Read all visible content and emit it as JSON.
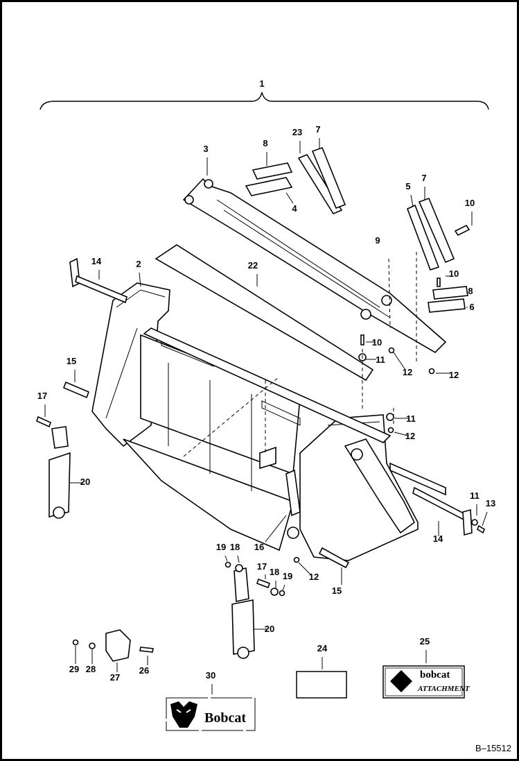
{
  "drawing": {
    "reference": "B–15512",
    "callouts": [
      {
        "id": "c1",
        "text": "1"
      },
      {
        "id": "c2",
        "text": "2"
      },
      {
        "id": "c3",
        "text": "3"
      },
      {
        "id": "c4",
        "text": "4"
      },
      {
        "id": "c5",
        "text": "5"
      },
      {
        "id": "c6",
        "text": "6"
      },
      {
        "id": "c7a",
        "text": "7"
      },
      {
        "id": "c7b",
        "text": "7"
      },
      {
        "id": "c8a",
        "text": "8"
      },
      {
        "id": "c8b",
        "text": "8"
      },
      {
        "id": "c9",
        "text": "9"
      },
      {
        "id": "c10a",
        "text": "10"
      },
      {
        "id": "c10b",
        "text": "10"
      },
      {
        "id": "c10c",
        "text": "10"
      },
      {
        "id": "c11a",
        "text": "11"
      },
      {
        "id": "c11b",
        "text": "11"
      },
      {
        "id": "c11c",
        "text": "11"
      },
      {
        "id": "c12a",
        "text": "12"
      },
      {
        "id": "c12b",
        "text": "12"
      },
      {
        "id": "c12c",
        "text": "12"
      },
      {
        "id": "c12d",
        "text": "12"
      },
      {
        "id": "c13",
        "text": "13"
      },
      {
        "id": "c14a",
        "text": "14"
      },
      {
        "id": "c14b",
        "text": "14"
      },
      {
        "id": "c15a",
        "text": "15"
      },
      {
        "id": "c15b",
        "text": "15"
      },
      {
        "id": "c16",
        "text": "16"
      },
      {
        "id": "c17a",
        "text": "17"
      },
      {
        "id": "c17b",
        "text": "17"
      },
      {
        "id": "c18a",
        "text": "18"
      },
      {
        "id": "c18b",
        "text": "18"
      },
      {
        "id": "c19a",
        "text": "19"
      },
      {
        "id": "c19b",
        "text": "19"
      },
      {
        "id": "c20a",
        "text": "20"
      },
      {
        "id": "c20b",
        "text": "20"
      },
      {
        "id": "c22",
        "text": "22"
      },
      {
        "id": "c23",
        "text": "23"
      },
      {
        "id": "c24",
        "text": "24"
      },
      {
        "id": "c25",
        "text": "25"
      },
      {
        "id": "c26",
        "text": "26"
      },
      {
        "id": "c27",
        "text": "27"
      },
      {
        "id": "c28",
        "text": "28"
      },
      {
        "id": "c29",
        "text": "29"
      },
      {
        "id": "c30",
        "text": "30"
      }
    ],
    "decals": {
      "bobcat_decal_text": "Bobcat",
      "attachment_decal_brand": "bobcat",
      "attachment_decal_text": "ATTACHMENT"
    }
  }
}
